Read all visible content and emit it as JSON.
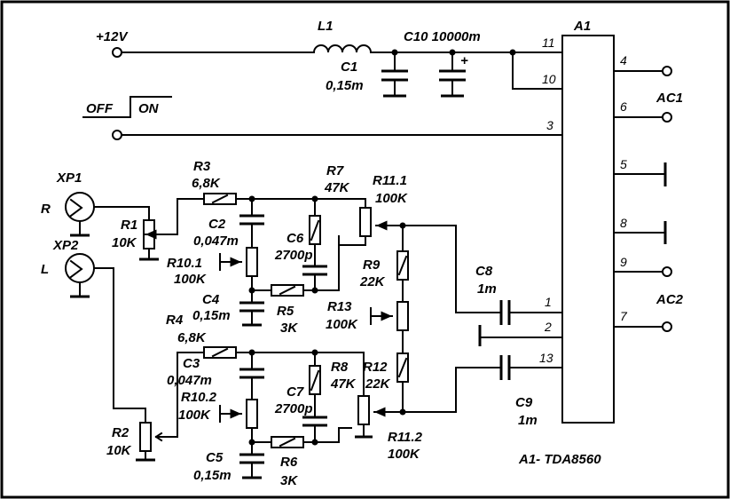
{
  "labels": {
    "supply": "+12V",
    "l1": "L1",
    "c1_name": "C1",
    "c1_value": "0,15m",
    "c10": "C10 10000m",
    "a1": "A1",
    "off": "OFF",
    "on": "ON",
    "xp1": "XP1",
    "xp2": "XP2",
    "ch_r": "R",
    "ch_l": "L",
    "r1_name": "R1",
    "r1_value": "10K",
    "r2_name": "R2",
    "r2_value": "10K",
    "r3_name": "R3",
    "r3_value": "6,8K",
    "r4_name": "R4",
    "r4_value": "6,8K",
    "r5_name": "R5",
    "r5_value": "3K",
    "r6_name": "R6",
    "r6_value": "3K",
    "r7_name": "R7",
    "r7_value": "47K",
    "r8_name": "R8",
    "r8_value": "47K",
    "r9_name": "R9",
    "r9_value": "22K",
    "r10_1_name": "R10.1",
    "r10_1_value": "100K",
    "r10_2_name": "R10.2",
    "r10_2_value": "100K",
    "r11_1_name": "R11.1",
    "r11_1_value": "100K",
    "r11_2_name": "R11.2",
    "r11_2_value": "100K",
    "r12_name": "R12",
    "r12_value": "22K",
    "r13_name": "R13",
    "r13_value": "100K",
    "c2_name": "C2",
    "c2_value": "0,047m",
    "c3_name": "C3",
    "c3_value": "0,047m",
    "c4_name": "C4",
    "c4_value": "0,15m",
    "c5_name": "C5",
    "c5_value": "0,15m",
    "c6_name": "C6",
    "c6_value": "2700p",
    "c7_name": "C7",
    "c7_value": "2700p",
    "c8_name": "C8",
    "c8_value": "1m",
    "c9_name": "C9",
    "c9_value": "1m",
    "ac1": "AC1",
    "ac2": "AC2",
    "chip": "A1- TDA8560",
    "plus": "+"
  },
  "pins": {
    "p11": "11",
    "p10": "10",
    "p3": "3",
    "p1": "1",
    "p2": "2",
    "p13": "13",
    "p4": "4",
    "p6": "6",
    "p5": "5",
    "p8": "8",
    "p9": "9",
    "p7": "7"
  }
}
